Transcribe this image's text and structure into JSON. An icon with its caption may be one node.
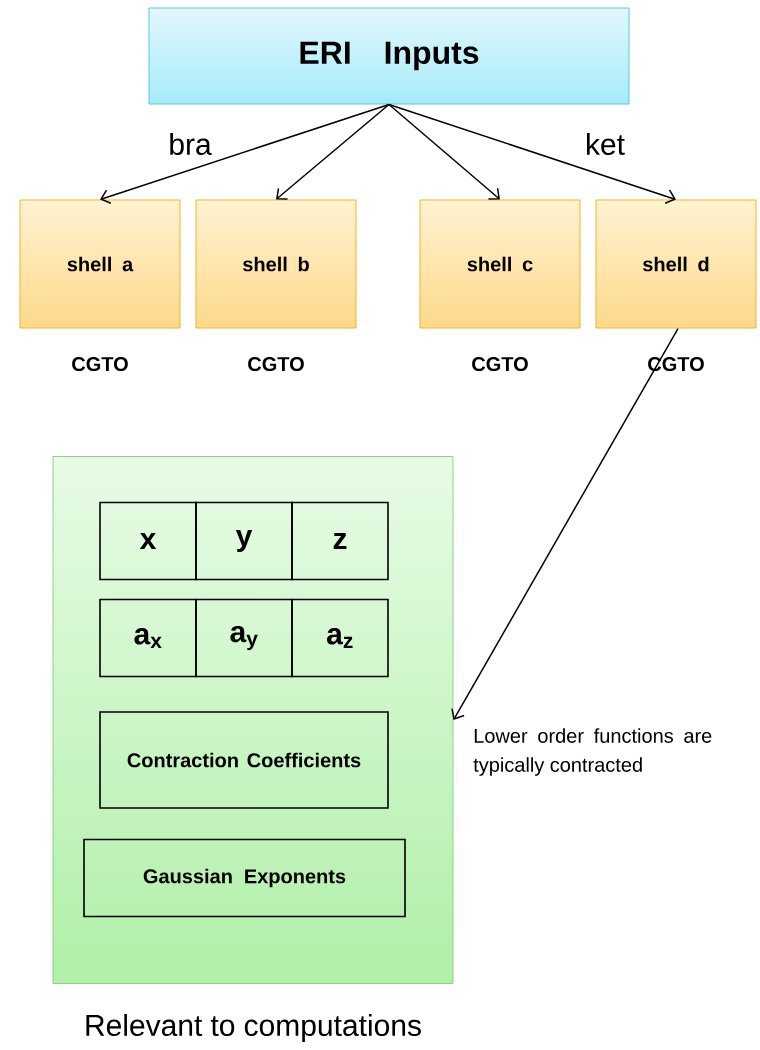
{
  "diagram": {
    "nodes": [
      {
        "text": [
          "ERI Inputs"
        ]
      },
      {
        "text": [
          "shell a"
        ],
        "beside": [
          "CGTO"
        ]
      },
      {
        "text": [
          "shell b"
        ],
        "beside": [
          "CGTO"
        ]
      },
      {
        "text": [
          "shell c"
        ],
        "beside": [
          "CGTO"
        ]
      },
      {
        "text": [
          "shell d"
        ],
        "beside": [
          "CGTO"
        ]
      },
      {
        "text": [],
        "shape": "box",
        "beside": [
          "Relevant to computations"
        ]
      },
      {
        "text": [
          "x"
        ],
        "in": 5
      },
      {
        "text": [
          "y"
        ],
        "in": 5
      },
      {
        "text": [
          "z"
        ],
        "in": 5
      },
      {
        "text": [
          "a$_{x}$"
        ],
        "in": 5
      },
      {
        "text": [
          "a$_{y}$"
        ],
        "in": 5
      },
      {
        "text": [
          "a$_{z}$"
        ],
        "in": 5
      },
      {
        "text": [
          "Contraction Coefficients"
        ],
        "in": 5
      },
      {
        "text": [
          "Gaussian Exponents"
        ],
        "in": 5
      }
    ],
    "edges": [
      {
        "from": 0,
        "to": 1,
        "arrow": "to",
        "label": "bra"
      },
      {
        "from": 0,
        "to": 2,
        "arrow": "to"
      },
      {
        "from": 0,
        "to": 3,
        "arrow": "to"
      },
      {
        "from": 0,
        "to": 4,
        "arrow": "to",
        "label": "ket"
      },
      {
        "from": 4,
        "to": 5,
        "arrow": "to"
      }
    ],
    "labels": [
      "Lower order functions are typically contracted"
    ]
  }
}
